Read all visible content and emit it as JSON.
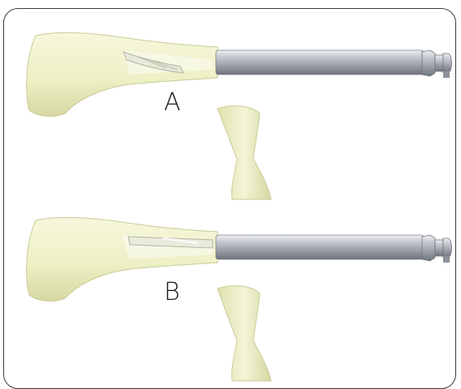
{
  "figure": {
    "panels": [
      {
        "id": "A",
        "label": "A",
        "implant": "flexible-instrument-partially-inserted"
      },
      {
        "id": "B",
        "label": "B",
        "implant": "flexible-instrument-fully-inserted"
      }
    ],
    "colors": {
      "bone": "#f1f2cc",
      "bone_shadow": "#d9dba5",
      "rod_light": "#d9dde2",
      "rod_mid": "#a9aeb6",
      "rod_dark": "#7d8189",
      "frame": "#3a3a3a"
    }
  }
}
